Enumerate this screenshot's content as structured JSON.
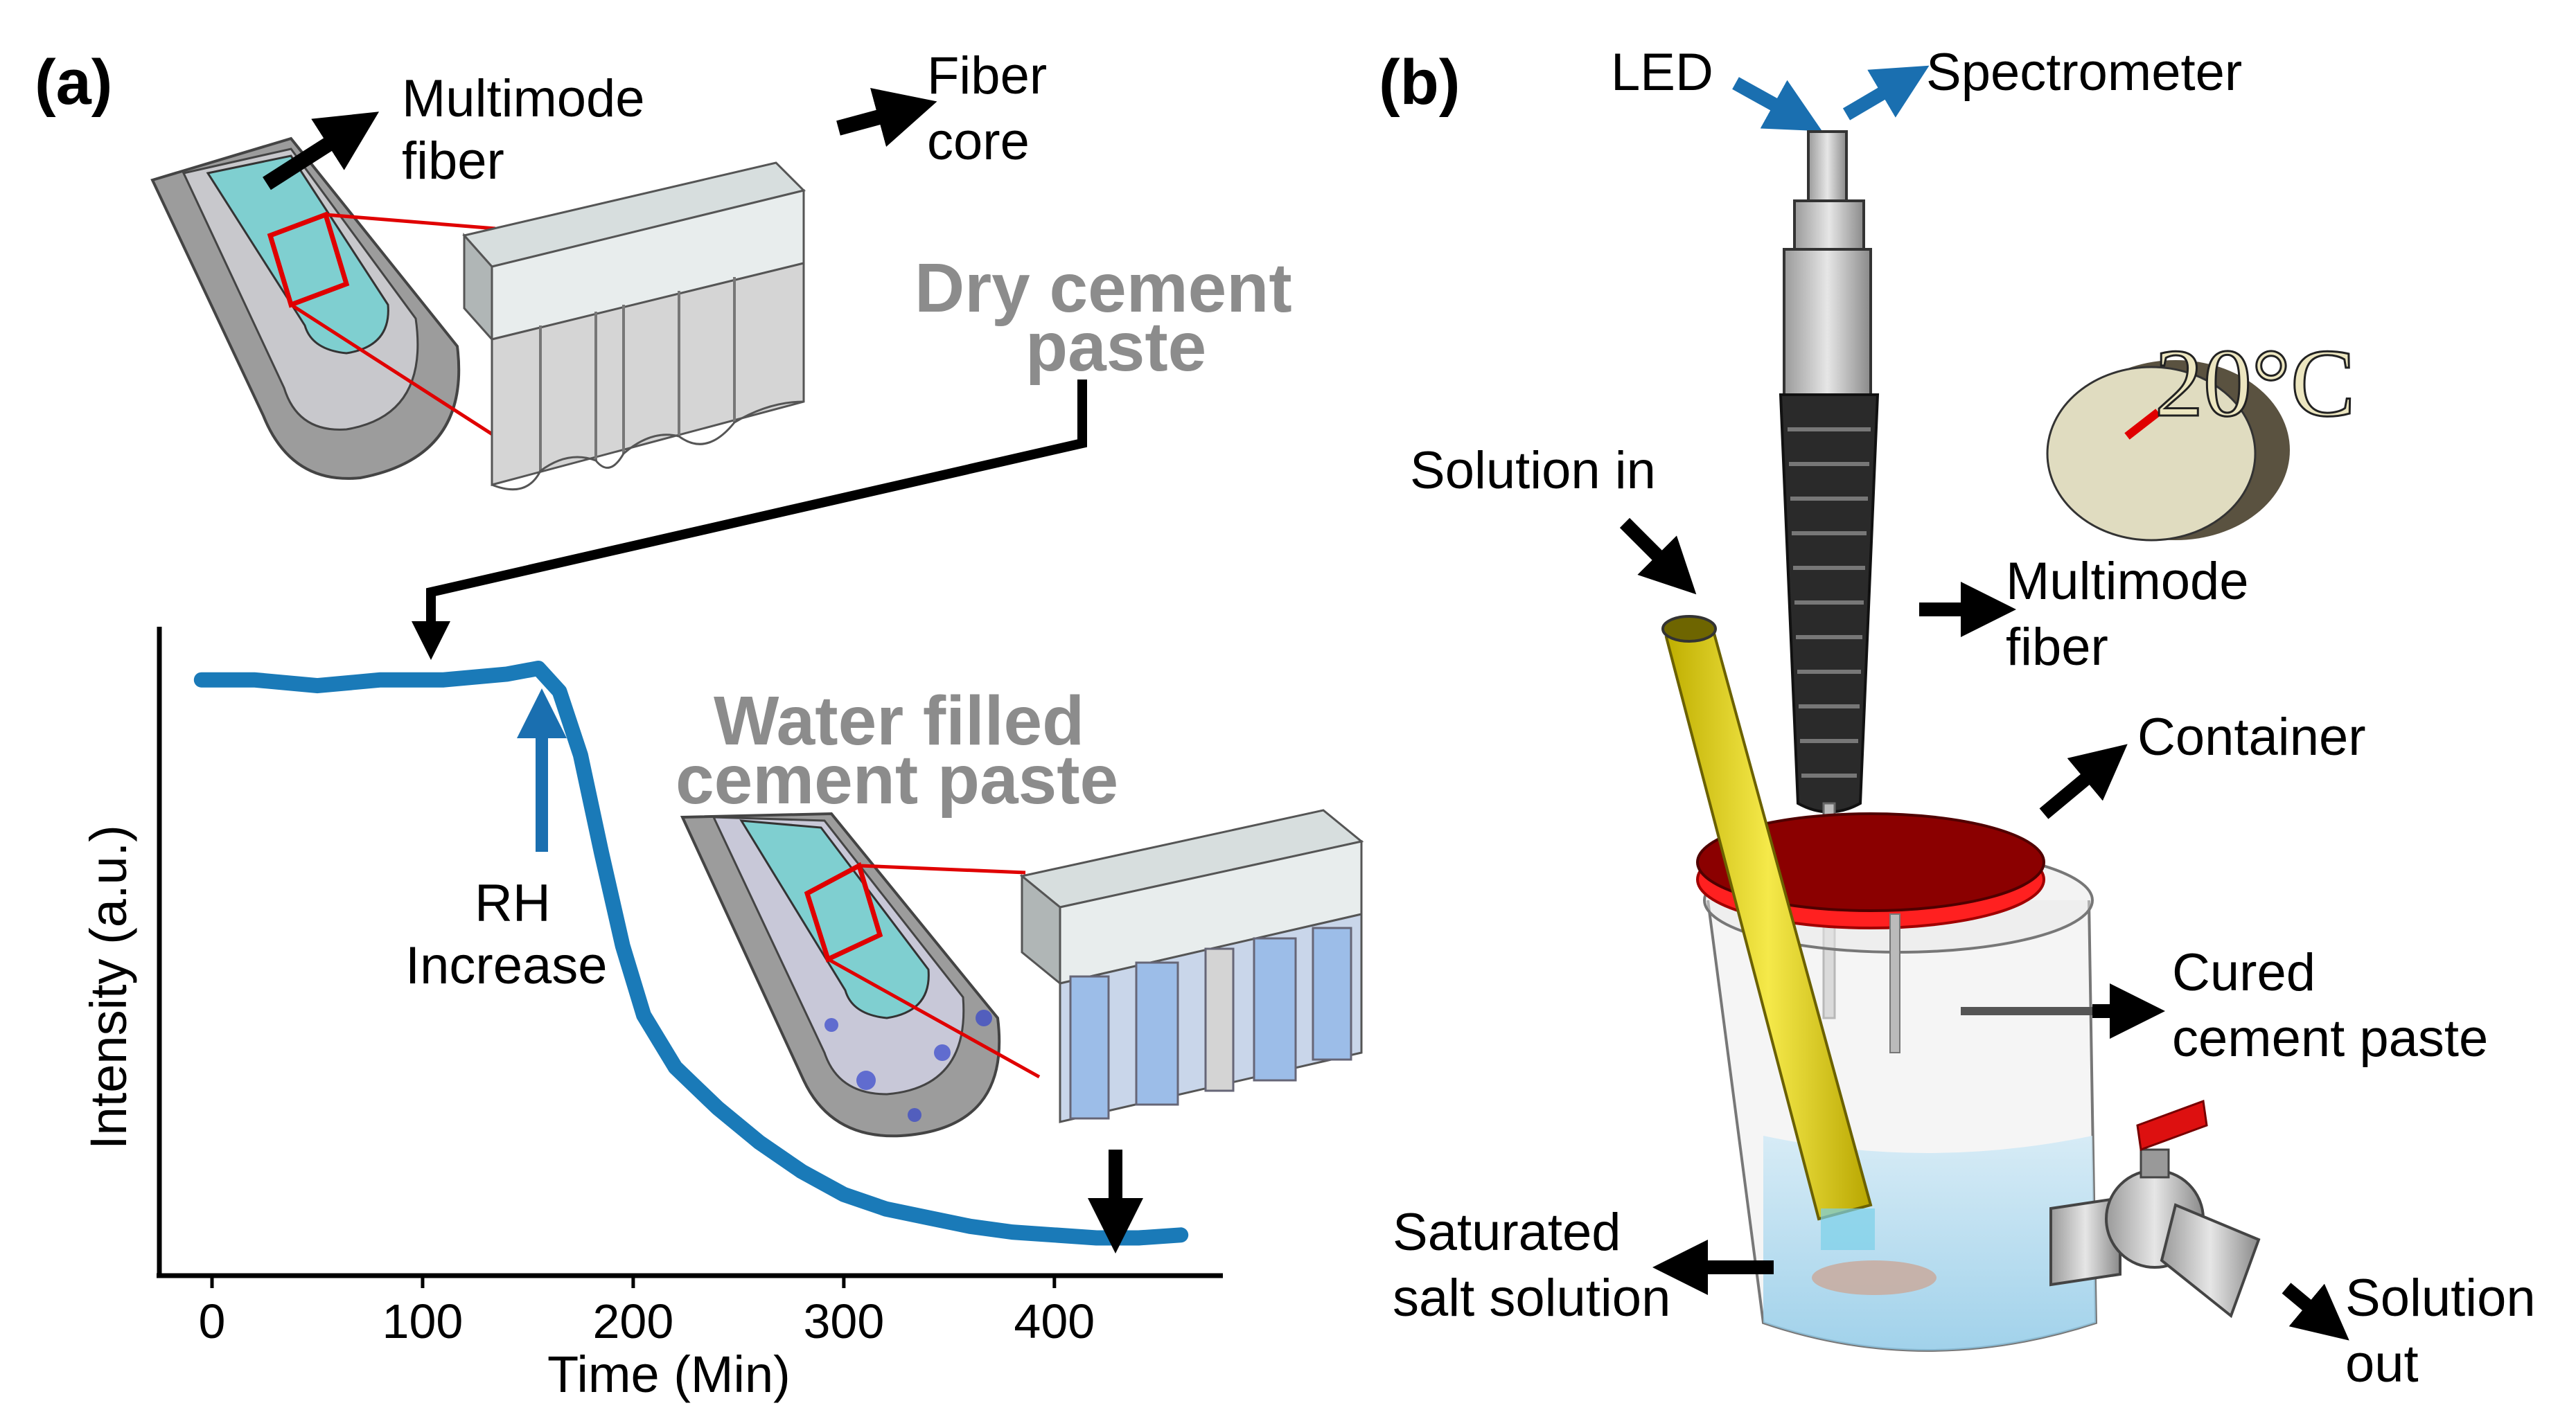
{
  "panel_a": {
    "label": "(a)",
    "fiber_label": [
      "Multimode",
      "fiber"
    ],
    "core_label": [
      "Fiber",
      "core"
    ],
    "dry_label": [
      "Dry cement",
      "paste"
    ],
    "water_label": [
      "Water filled",
      "cement paste"
    ],
    "rh_label": [
      "RH",
      "Increase"
    ]
  },
  "panel_b": {
    "label": "(b)",
    "led": "LED",
    "spectrometer": "Spectrometer",
    "temperature": "20°C",
    "solution_in": "Solution in",
    "multimode_fiber": [
      "Multimode",
      "fiber"
    ],
    "container": "Container",
    "cured_paste": [
      "Cured",
      "cement paste"
    ],
    "saturated": [
      "Saturated",
      "salt solution"
    ],
    "solution_out": [
      "Solution",
      "out"
    ]
  },
  "chart_data": {
    "type": "line",
    "xlabel": "Time (Min)",
    "ylabel": "Intensity (a.u.)",
    "xlim": [
      -25,
      480
    ],
    "ylim": [
      0,
      1
    ],
    "xticks": [
      "0",
      "100",
      "200",
      "300",
      "400"
    ],
    "xtick_values": [
      0,
      100,
      200,
      300,
      400
    ],
    "series": [
      {
        "color": "#1a7ab8",
        "x": [
          -5,
          20,
          50,
          80,
          110,
          140,
          155,
          165,
          175,
          185,
          195,
          205,
          220,
          240,
          260,
          280,
          300,
          320,
          340,
          360,
          380,
          400,
          420,
          440,
          460
        ],
        "y": [
          0.98,
          0.98,
          0.97,
          0.98,
          0.98,
          0.99,
          1.0,
          0.96,
          0.85,
          0.68,
          0.52,
          0.4,
          0.31,
          0.24,
          0.18,
          0.13,
          0.09,
          0.065,
          0.05,
          0.035,
          0.025,
          0.02,
          0.015,
          0.015,
          0.02
        ]
      }
    ]
  }
}
